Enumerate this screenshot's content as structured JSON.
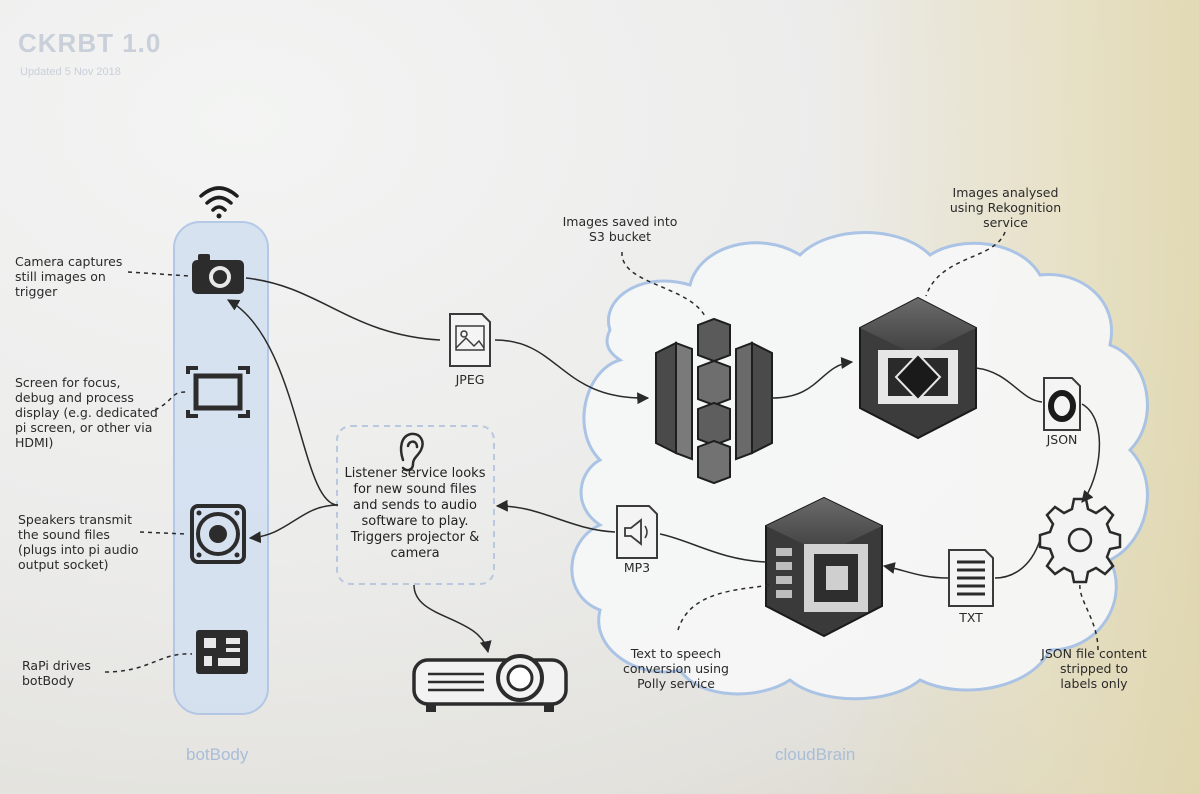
{
  "header": {
    "title": "CKRBT 1.0",
    "subtitle": "Updated 5 Nov 2018"
  },
  "sections": {
    "bot": "botBody",
    "cloud": "cloudBrain"
  },
  "notes": {
    "camera": "Camera captures still images on trigger",
    "screen": "Screen for focus, debug and process display (e.g. dedicated pi screen, or other via HDMI)",
    "speakers": "Speakers transmit the sound files (plugs into pi audio output socket)",
    "rapi": "RaPi drives botBody",
    "listener": "Listener service looks for new sound files and sends to audio software to play. Triggers projector & camera",
    "s3": "Images saved into S3 bucket",
    "rekognition": "Images analysed using Rekognition service",
    "polly": "Text to speech conversion using Polly service",
    "json_strip": "JSON file content stripped to labels only"
  },
  "file_types": {
    "jpeg": "JPEG",
    "json": "JSON",
    "mp3": "MP3",
    "txt": "TXT"
  },
  "icons": [
    "wifi-icon",
    "camera-icon",
    "screen-icon",
    "speaker-icon",
    "circuit-board-icon",
    "ear-icon",
    "projector-icon",
    "s3-bucket-icon",
    "rekognition-icon",
    "polly-icon",
    "gear-icon",
    "jpeg-file-icon",
    "json-file-icon",
    "mp3-file-icon",
    "txt-file-icon"
  ],
  "colors": {
    "bot_panel": "#cfdcf0",
    "cloud_outline": "#a8c2e6",
    "ink": "#2a2a2a",
    "section_label": "#a9bdd9"
  }
}
